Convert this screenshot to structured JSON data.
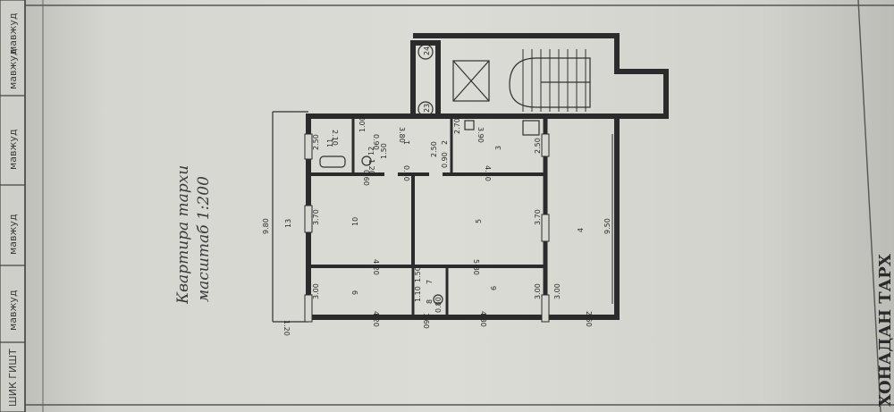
{
  "stamp_column": {
    "cells": [
      "мавжуд",
      "мавжуд",
      "мавжуд",
      "мавжуд",
      "мавжуд",
      "ШИК ГИШТ"
    ]
  },
  "title": {
    "line1": "Квартира тархи",
    "line2": "масштаб 1:200"
  },
  "right_edge_text": "ХОНАДАН ТАРХ",
  "markers": {
    "upper": "24",
    "lower": "23"
  },
  "rooms": {
    "r1": "1",
    "r2": "2",
    "r3": "3",
    "r4": "4",
    "r5": "5",
    "r6": "6",
    "r7": "7",
    "r8": "8",
    "r9": "9",
    "r10": "10",
    "r11": "11",
    "r12": "12",
    "r13": "13"
  },
  "dimensions": {
    "d_210": "2.10",
    "d_380": "3.80",
    "d_100": "1.00",
    "d_090": "0.90",
    "d_250a": "2.50",
    "d_150a": "1.50",
    "d_120a": "1.20",
    "d_250b": "2.50",
    "d_060": "0.60",
    "d_390": "3.90",
    "d_250c": "2.50",
    "d_270": "2.70",
    "d_080a": "0.80",
    "d_090b": "0.90",
    "d_440": "4.40",
    "d_980": "9.80",
    "d_950": "9.50",
    "d_370a": "3.70",
    "d_420a": "4.20",
    "d_580": "5.80",
    "d_370b": "3.70",
    "d_150b": "1.50",
    "d_110": "1.10",
    "d_300a": "3.00",
    "d_160": "1.60",
    "d_080b": "0.80",
    "d_300b": "3.00",
    "d_300c": "3.00",
    "d_420b": "4.20",
    "d_430": "4.30",
    "d_250d": "2.50",
    "d_120b": "1.20"
  }
}
